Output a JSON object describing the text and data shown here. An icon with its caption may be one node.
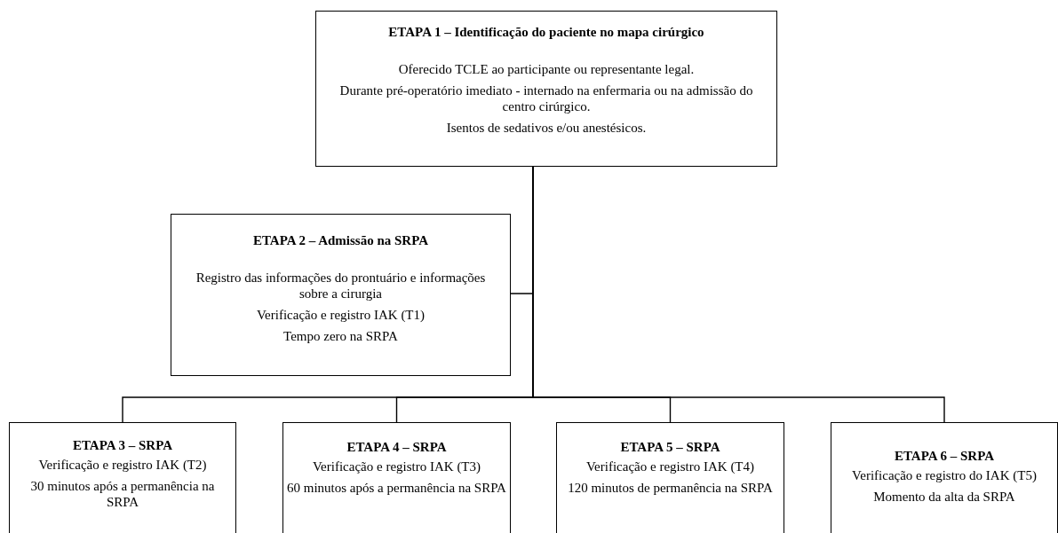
{
  "diagram": {
    "nodes": [
      {
        "text": [
          "ETAPA 1 – Identificação do paciente no mapa cirúrgico",
          "Oferecido TCLE ao participante ou representante legal.",
          "Durante pré-operatório imediato - internado na enfermaria ou na admissão do centro cirúrgico.",
          "Isentos de sedativos e/ou anestésicos."
        ]
      },
      {
        "text": [
          "ETAPA 2 – Admissão na SRPA",
          "Registro das informações do prontuário e informações sobre a cirurgia",
          "Verificação e registro IAK (T1)",
          "Tempo zero na SRPA"
        ]
      },
      {
        "text": [
          "ETAPA 3 – SRPA",
          "Verificação e registro IAK (T2)",
          "30 minutos após a permanência na SRPA"
        ]
      },
      {
        "text": [
          "ETAPA 4 – SRPA",
          "Verificação e registro IAK (T3)",
          "60 minutos após a permanência na SRPA"
        ]
      },
      {
        "text": [
          "ETAPA 5 – SRPA",
          "Verificação e registro IAK (T4)",
          "120 minutos de permanência na SRPA"
        ]
      },
      {
        "text": [
          "ETAPA 6 – SRPA",
          "Verificação e registro do IAK (T5)",
          "Momento da alta da SRPA"
        ]
      }
    ],
    "edges": [
      {
        "from": 0,
        "to": 1,
        "arrow": "none"
      },
      {
        "from": 0,
        "to": 2,
        "arrow": "none"
      },
      {
        "from": 0,
        "to": 3,
        "arrow": "none"
      },
      {
        "from": 0,
        "to": 4,
        "arrow": "none"
      },
      {
        "from": 0,
        "to": 5,
        "arrow": "none"
      }
    ]
  }
}
